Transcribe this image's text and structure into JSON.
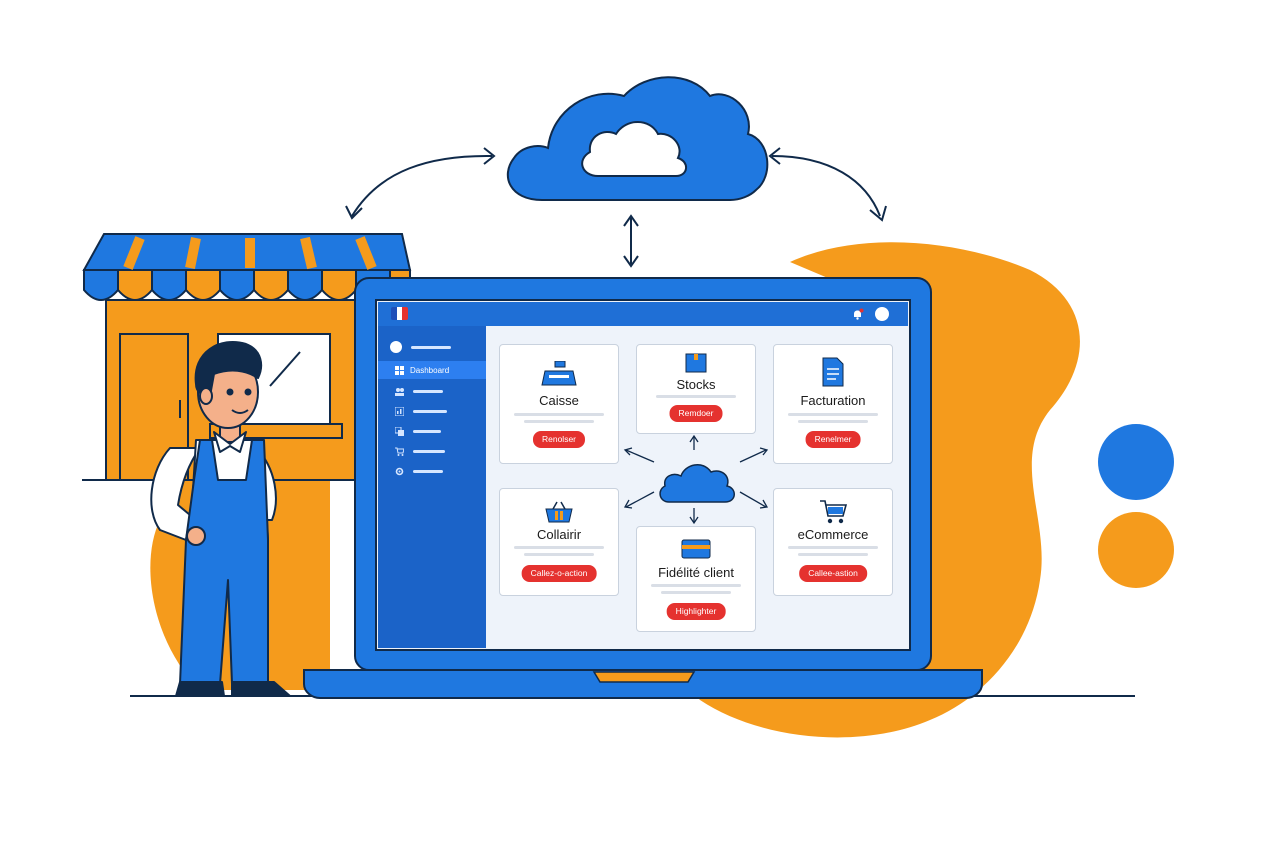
{
  "colors": {
    "blue": "#1f78e0",
    "orange": "#f59b1c",
    "red": "#e5322f",
    "navy": "#102a4a"
  },
  "sidebar": {
    "active_item": "Dashboard",
    "icons": [
      "grid-icon",
      "users-icon",
      "chart-icon",
      "box-icon",
      "cart-icon",
      "gear-icon"
    ]
  },
  "modules": {
    "caisse": {
      "title": "Caisse",
      "button": "Renolser",
      "icon": "cash-register-icon"
    },
    "stocks": {
      "title": "Stocks",
      "button": "Remdoer",
      "icon": "box-icon"
    },
    "facturation": {
      "title": "Facturation",
      "button": "Renelmer",
      "icon": "invoice-icon"
    },
    "collairir": {
      "title": "Collairir",
      "button": "Callez-o-action",
      "icon": "basket-icon"
    },
    "fidelite": {
      "title": "Fidélité client",
      "button": "Highlighter",
      "icon": "loyalty-card-icon"
    },
    "ecommerce": {
      "title": "eCommerce",
      "button": "Callee-astion",
      "icon": "shopping-cart-icon"
    }
  }
}
